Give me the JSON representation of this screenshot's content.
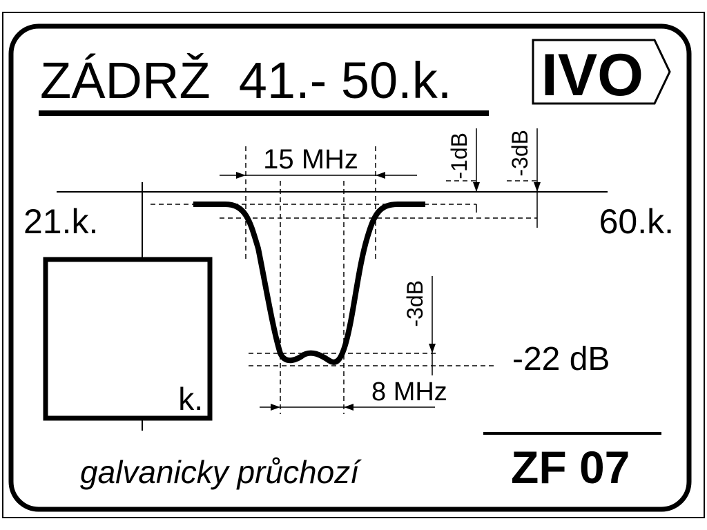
{
  "label": {
    "title": "ZÁDRŽ  41.- 50.k.",
    "brand": "IVO",
    "channel_low": "21.k.",
    "channel_high": "60.k.",
    "box_label": "k.",
    "footer_note": "galvanicky průchozí",
    "model_code": "ZF 07"
  },
  "filter_diagram": {
    "bandwidth_3db": "15 MHz",
    "bandwidth_notch": "8 MHz",
    "marker_1db": "-1dB",
    "marker_3db_top": "-3dB",
    "marker_3db_notch": "-3dB",
    "attenuation": "-22 dB"
  }
}
